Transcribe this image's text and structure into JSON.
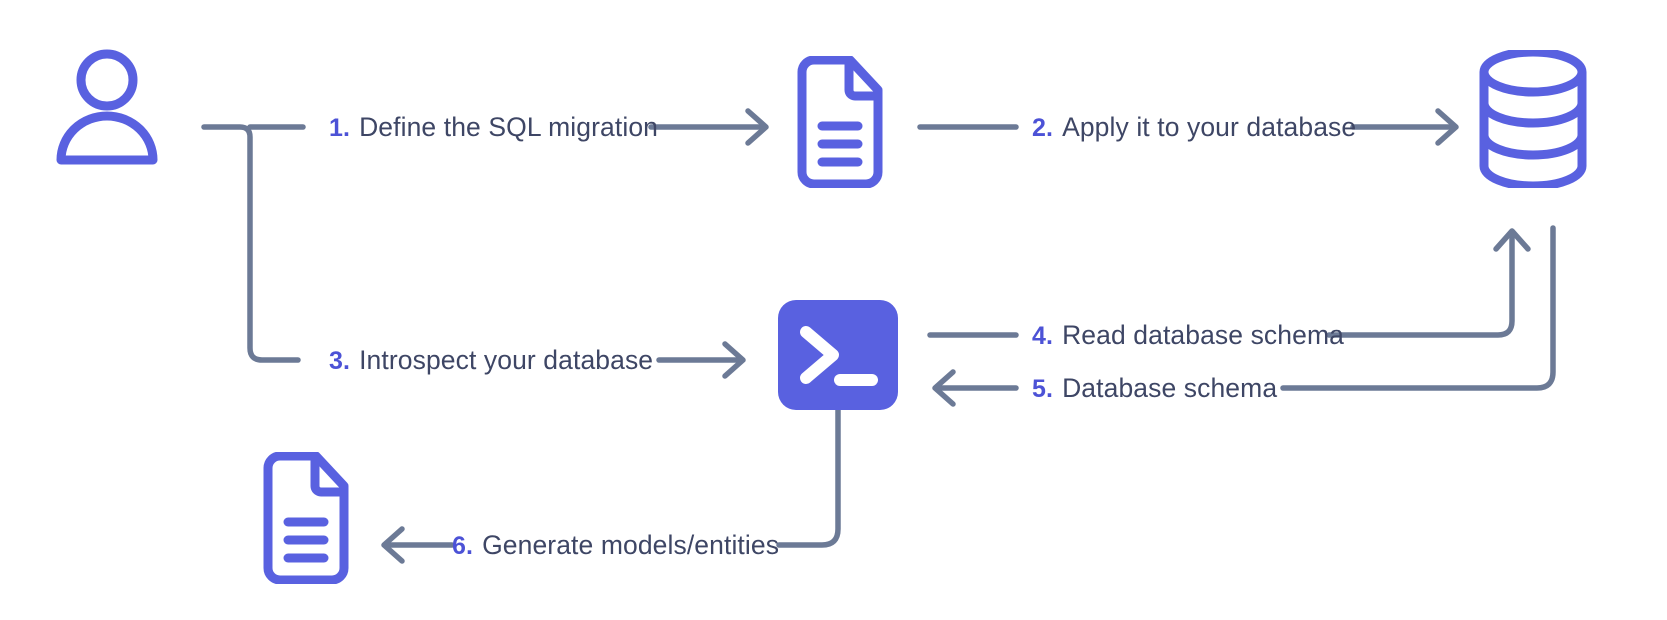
{
  "diagram": {
    "title": "Database migration and introspection workflow",
    "background": "#ffffff",
    "colors": {
      "accent": "#5961e0",
      "accent_number": "#4c52d6",
      "connector": "#6c7a96",
      "text": "#3e4665",
      "icon_fill": "#ffffff"
    },
    "nodes": [
      {
        "id": "user",
        "icon": "user-icon",
        "label": ""
      },
      {
        "id": "migration-file",
        "icon": "document-icon",
        "label": ""
      },
      {
        "id": "database",
        "icon": "database-icon",
        "label": ""
      },
      {
        "id": "cli",
        "icon": "terminal-icon",
        "label": ""
      },
      {
        "id": "models-file",
        "icon": "document-icon",
        "label": ""
      }
    ],
    "steps": [
      {
        "number": "1.",
        "text": "Define the SQL migration",
        "from": "user",
        "to": "migration-file"
      },
      {
        "number": "2.",
        "text": "Apply it to your database",
        "from": "migration-file",
        "to": "database"
      },
      {
        "number": "3.",
        "text": "Introspect your database",
        "from": "user",
        "to": "cli"
      },
      {
        "number": "4.",
        "text": "Read database schema",
        "from": "cli",
        "to": "database"
      },
      {
        "number": "5.",
        "text": "Database schema",
        "from": "database",
        "to": "cli"
      },
      {
        "number": "6.",
        "text": "Generate models/entities",
        "from": "cli",
        "to": "models-file"
      }
    ]
  }
}
